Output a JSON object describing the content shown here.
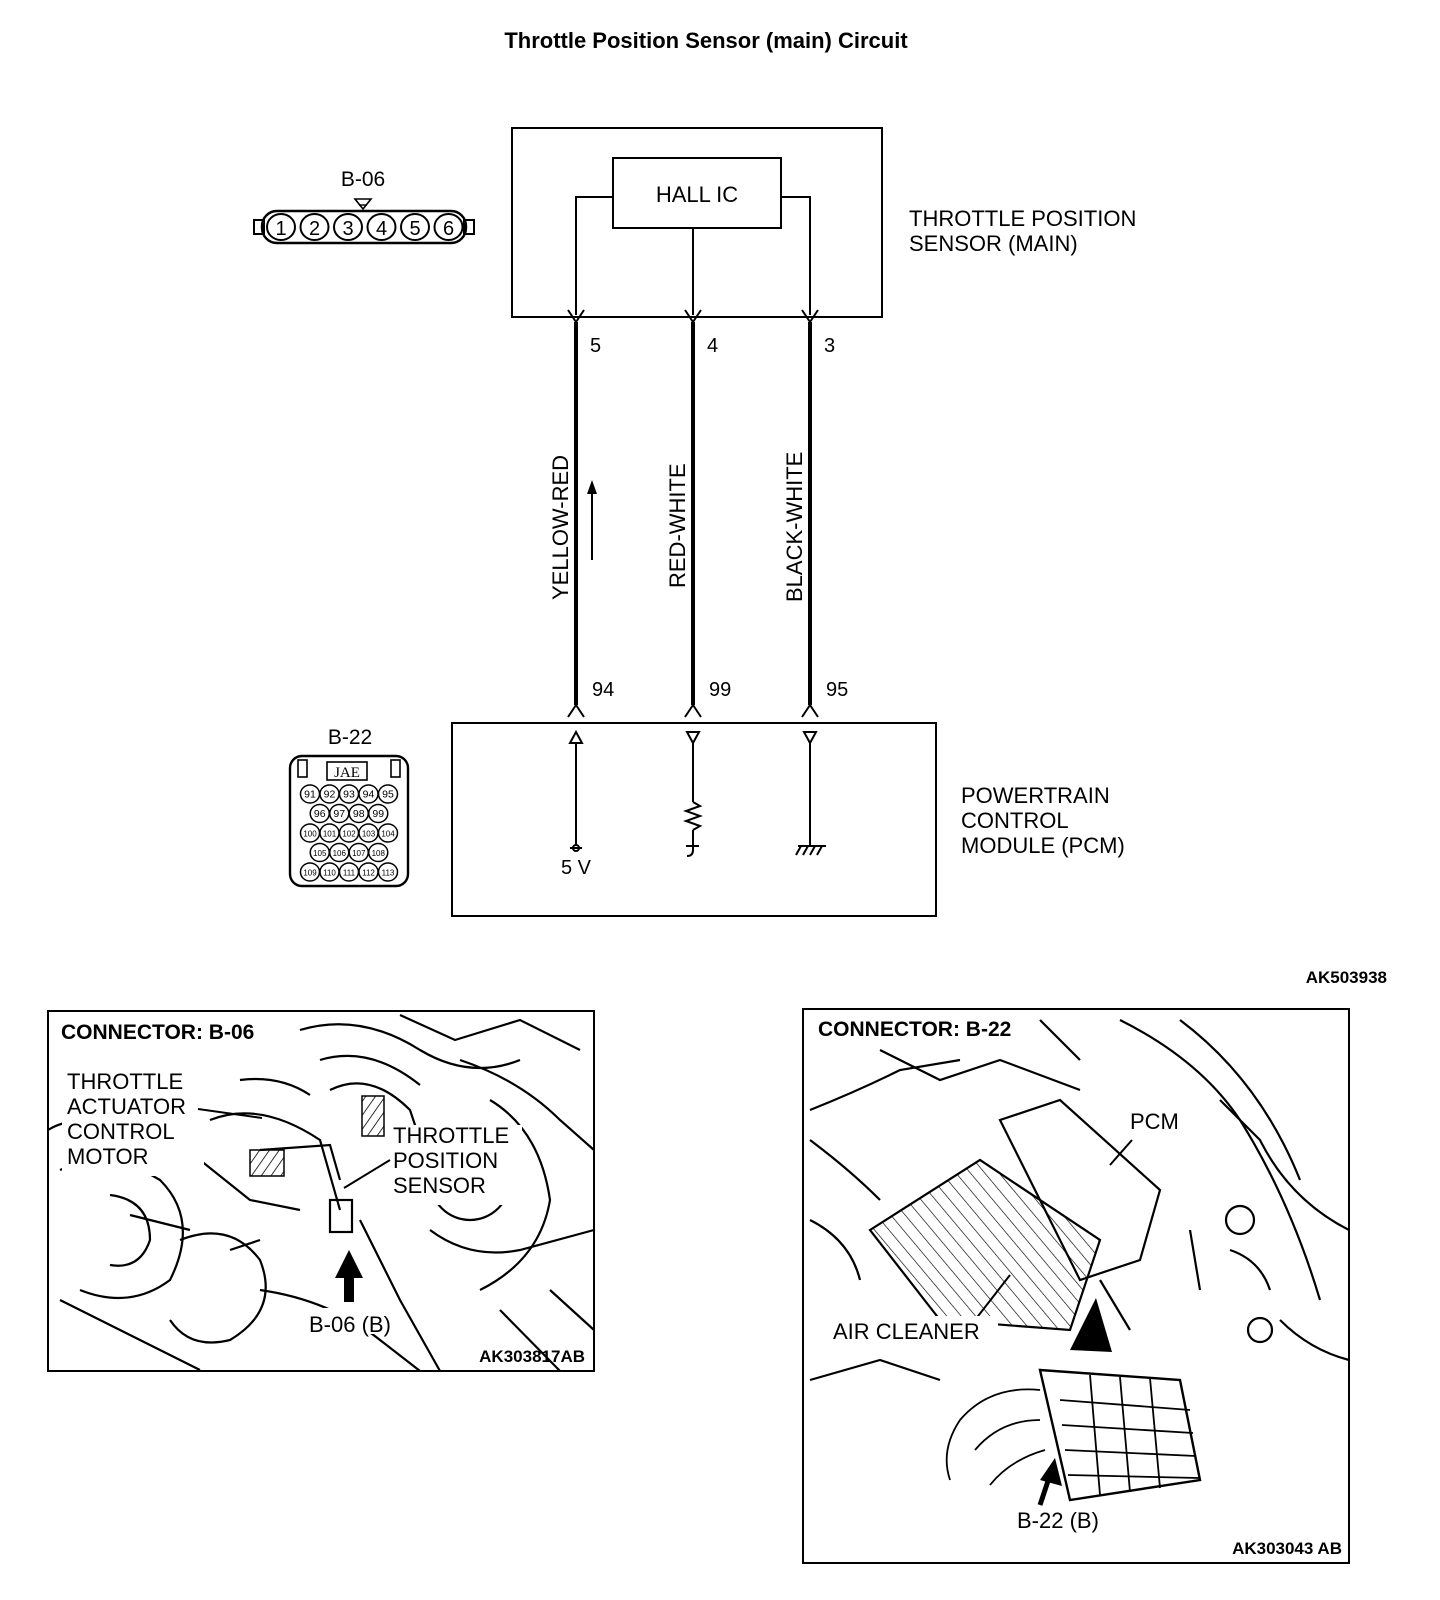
{
  "title": "Throttle Position Sensor (main) Circuit",
  "figure_code_top": "AK503938",
  "sensor": {
    "connector_id": "B-06",
    "connector_pins": [
      "1",
      "2",
      "3",
      "4",
      "5",
      "6"
    ],
    "chip_label": "HALL IC",
    "name_line1": "THROTTLE POSITION",
    "name_line2": "SENSOR (MAIN)"
  },
  "wires": [
    {
      "sensor_pin": "5",
      "pcm_pin": "94",
      "color": "YELLOW-RED"
    },
    {
      "sensor_pin": "4",
      "pcm_pin": "99",
      "color": "RED-WHITE"
    },
    {
      "sensor_pin": "3",
      "pcm_pin": "95",
      "color": "BLACK-WHITE"
    }
  ],
  "pcm": {
    "connector_id": "B-22",
    "connector_maker": "JAE",
    "connector_pins": [
      [
        "91",
        "92",
        "93",
        "94",
        "95"
      ],
      [
        "96",
        "97",
        "98",
        "99"
      ],
      [
        "100",
        "101",
        "102",
        "103",
        "104"
      ],
      [
        "105",
        "106",
        "107",
        "108"
      ],
      [
        "109",
        "110",
        "111",
        "112",
        "113"
      ]
    ],
    "supply_label": "5 V",
    "name_line1": "POWERTRAIN",
    "name_line2": "CONTROL",
    "name_line3": "MODULE (PCM)"
  },
  "photo_left": {
    "heading": "CONNECTOR: B-06",
    "label_actuator": [
      "THROTTLE",
      "ACTUATOR",
      "CONTROL",
      "MOTOR"
    ],
    "label_sensor": [
      "THROTTLE",
      "POSITION",
      "SENSOR"
    ],
    "callout": "B-06 (B)",
    "figure_code": "AK303817AB"
  },
  "photo_right": {
    "heading": "CONNECTOR: B-22",
    "label_pcm": "PCM",
    "label_air_cleaner": "AIR CLEANER",
    "callout": "B-22 (B)",
    "figure_code": "AK303043 AB"
  }
}
